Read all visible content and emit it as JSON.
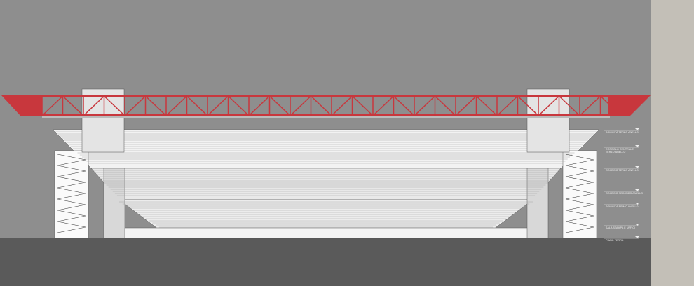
{
  "drawing": {
    "colors": {
      "background": "#8e8e8e",
      "ground": "#5a5a5a",
      "roof_truss": "#c8373d",
      "structure": "#f0f0f0",
      "side_panel": "#c3bfb7"
    },
    "levels": [
      {
        "label": "SOMMITÀ TERZO ANELLO"
      },
      {
        "label": "CORDOLO CENTRALE",
        "label2": "TERZO ANELLO"
      },
      {
        "label": "GRADINO TERZO ANELLO"
      },
      {
        "label": "GRADINO SECONDO ANELLO"
      },
      {
        "label": "SOMMITÀ PRIMO ANELLO"
      },
      {
        "label": "SALA STAMPA E UFFICI"
      },
      {
        "label": "PIANO TERRA"
      }
    ]
  }
}
